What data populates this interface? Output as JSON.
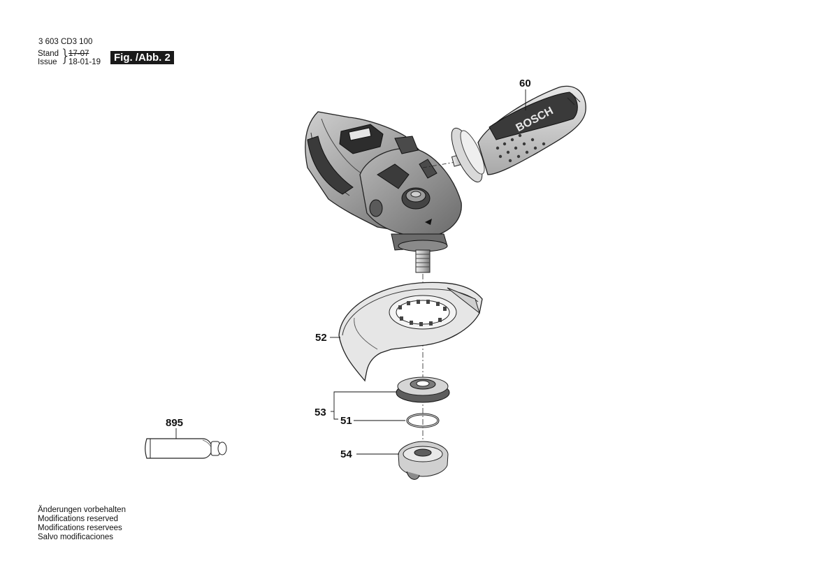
{
  "header": {
    "part_number": "3 603 CD3 100",
    "stand_label": "Stand",
    "issue_label": "Issue",
    "stand_old": "17-07",
    "issue_date": "18-01-19",
    "figure_label": "Fig. /Abb. 2"
  },
  "callouts": {
    "c60": "60",
    "c52": "52",
    "c53": "53",
    "c51": "51",
    "c54": "54",
    "c895": "895"
  },
  "handle_brand": "BOSCH",
  "footer": [
    "Änderungen vorbehalten",
    "Modifications reserved",
    "Modifications reservees",
    "Salvo modificaciones"
  ]
}
